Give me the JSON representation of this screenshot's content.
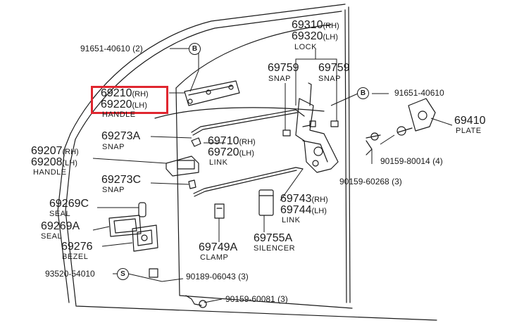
{
  "refs": {
    "b": "B",
    "s": "S"
  },
  "parts": {
    "p91651_40610_2": {
      "number": "91651-40610",
      "qty": "(2)"
    },
    "p69310": {
      "number": "69310",
      "suffix": "(RH)"
    },
    "p69320": {
      "number": "69320",
      "suffix": "(LH)"
    },
    "lock": "LOCK",
    "p69759_a": {
      "number": "69759",
      "name": "SNAP"
    },
    "p69759_b": {
      "number": "69759",
      "name": "SNAP"
    },
    "p69210": {
      "number": "69210",
      "suffix": "(RH)"
    },
    "p69220": {
      "number": "69220",
      "suffix": "(LH)"
    },
    "handle_outer": "HANDLE",
    "p91651_40610": {
      "number": "91651-40610"
    },
    "p69410": {
      "number": "69410",
      "name": "PLATE"
    },
    "p69273a": {
      "number": "69273A",
      "name": "SNAP"
    },
    "p69710": {
      "number": "69710",
      "suffix": "(RH)"
    },
    "p69720": {
      "number": "69720",
      "suffix": "(LH)"
    },
    "link_upper": "LINK",
    "p69207": {
      "number": "69207",
      "suffix": "(RH)"
    },
    "p69208": {
      "number": "69208",
      "suffix": "(LH)"
    },
    "handle_inner": "HANDLE",
    "p90159_80014": {
      "number": "90159-80014",
      "qty": "(4)"
    },
    "p69273c": {
      "number": "69273C",
      "name": "SNAP"
    },
    "p90159_60268": {
      "number": "90159-60268",
      "qty": "(3)"
    },
    "p69269c": {
      "number": "69269C",
      "name": "SEAL"
    },
    "p69743": {
      "number": "69743",
      "suffix": "(RH)"
    },
    "p69744": {
      "number": "69744",
      "suffix": "(LH)"
    },
    "link_lower": "LINK",
    "p69269a": {
      "number": "69269A",
      "name": "SEAL"
    },
    "p69276": {
      "number": "69276",
      "name": "BEZEL"
    },
    "p69755a": {
      "number": "69755A",
      "name": "SILENCER"
    },
    "p69749a": {
      "number": "69749A",
      "name": "CLAMP"
    },
    "p93520_54010": {
      "number": "93520-54010"
    },
    "p90189_06043": {
      "number": "90189-06043",
      "qty": "(3)"
    },
    "p90159_60081": {
      "number": "90159-60081",
      "qty": "(3)"
    }
  },
  "colors": {
    "line": "#1a1a1a",
    "highlight": "#e0262f"
  }
}
